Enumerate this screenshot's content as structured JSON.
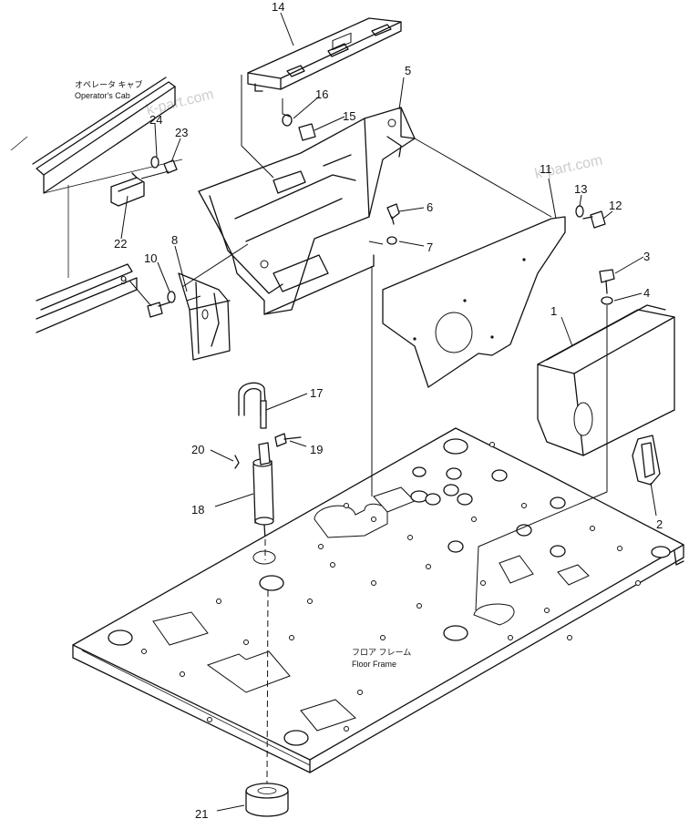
{
  "labels": {
    "cab_jp": "オペレータ キャブ",
    "cab_en": "Operator's Cab",
    "floor_jp": "フロア フレーム",
    "floor_en": "Floor Frame"
  },
  "watermark": "k-part.com",
  "parts": [
    "1",
    "2",
    "3",
    "4",
    "5",
    "6",
    "7",
    "8",
    "9",
    "10",
    "11",
    "12",
    "13",
    "14",
    "15",
    "16",
    "17",
    "18",
    "19",
    "20",
    "21",
    "22",
    "23",
    "24"
  ]
}
